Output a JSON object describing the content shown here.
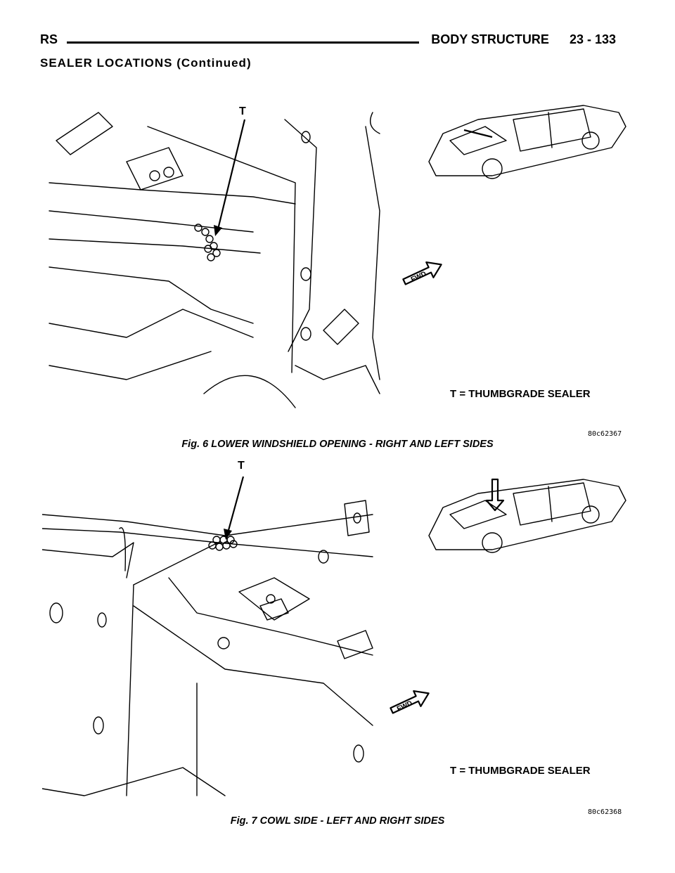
{
  "header": {
    "left": "RS",
    "section_title": "BODY STRUCTURE",
    "page_number": "23 - 133"
  },
  "section_heading": "SEALER LOCATIONS (Continued)",
  "figures": [
    {
      "callout": "T",
      "legend": "T = THUMBGRADE SEALER",
      "fwd_label": "FWD",
      "part_number": "80c62367",
      "caption": "Fig. 6 LOWER WINDSHIELD OPENING - RIGHT AND LEFT SIDES"
    },
    {
      "callout": "T",
      "legend": "T = THUMBGRADE SEALER",
      "fwd_label": "FWD",
      "part_number": "80c62368",
      "caption": "Fig. 7 COWL SIDE - LEFT AND RIGHT SIDES"
    }
  ]
}
